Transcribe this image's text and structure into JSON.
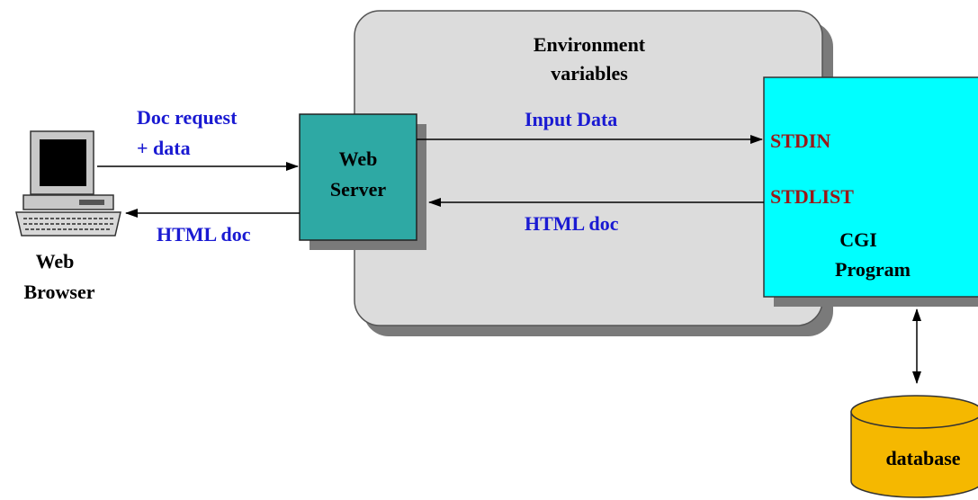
{
  "env_box": {
    "title_line1": "Environment",
    "title_line2": "variables"
  },
  "browser": {
    "label_line1": "Web",
    "label_line2": "Browser",
    "icon": "computer-icon"
  },
  "web_server": {
    "label_line1": "Web",
    "label_line2": "Server",
    "color": "#2ea9a4"
  },
  "cgi": {
    "stdin_label": "STDIN",
    "stdout_label": "STDLIST",
    "label_line1": "CGI",
    "label_line2": "Program",
    "color": "#00ffff"
  },
  "database": {
    "label": "database",
    "color": "#f5b800"
  },
  "flows": {
    "request_line1": "Doc request",
    "request_line2": "+ data",
    "response_browser": "HTML doc",
    "input_data": "Input Data",
    "response_server": "HTML doc"
  },
  "colors": {
    "env_box_fill": "#dcdcdc",
    "shadow": "#7a7a7a",
    "flow_label": "#1a1ad2",
    "std_label": "#9a1818"
  }
}
